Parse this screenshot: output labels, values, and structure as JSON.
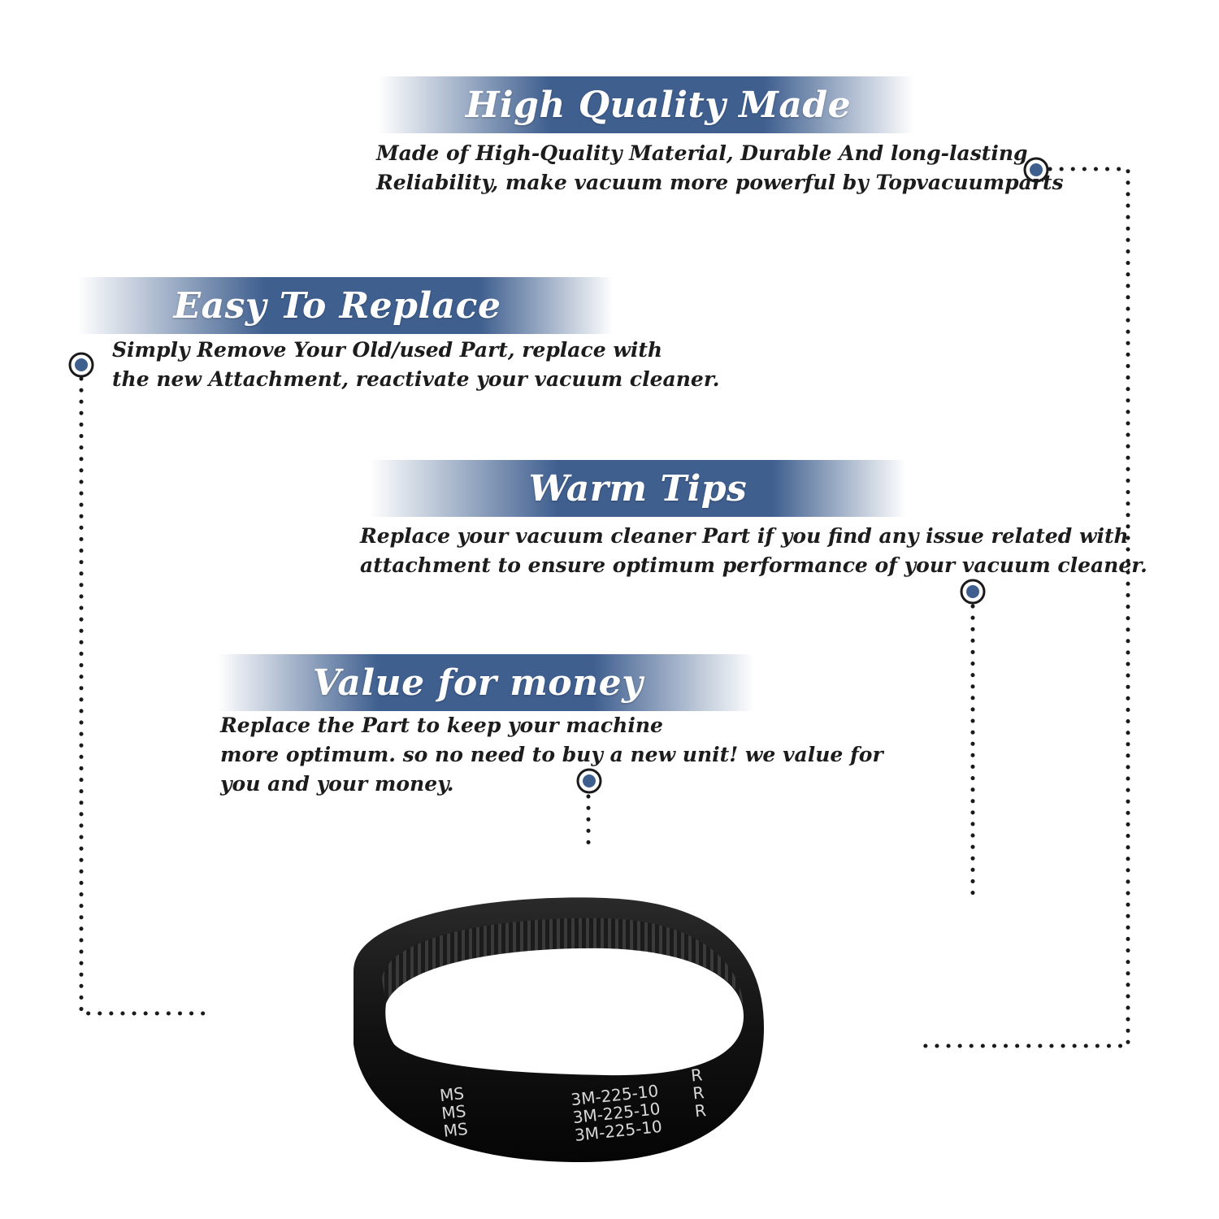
{
  "colors": {
    "banner_dark": "#3f5f8f",
    "banner_light": "#ffffff",
    "marker": "#3f5f8f",
    "dots": "#1a1a1a",
    "belt": "#111111",
    "belt_text": "#d8d8d8"
  },
  "sections": [
    {
      "title": "High Quality Made",
      "lines": [
        "Made of  High-Quality Material, Durable And long-lasting",
        "Reliability, make vacuum more powerful by Topvacuumparts"
      ]
    },
    {
      "title": "Easy To Replace",
      "lines": [
        "Simply Remove Your Old/used Part, replace with",
        "the new Attachment, reactivate your vacuum cleaner."
      ]
    },
    {
      "title": "Warm Tips",
      "lines": [
        "Replace your vacuum cleaner Part if you find any issue related with",
        " attachment to ensure optimum performance of your vacuum cleaner."
      ]
    },
    {
      "title": "Value for money",
      "lines": [
        "Replace the Part to keep your machine",
        "more optimum. so no need to buy a new unit! we value for",
        "you and your money."
      ]
    }
  ],
  "product": {
    "belt_code": "3M-225-10",
    "brand": "MS",
    "side_mark": "R"
  }
}
